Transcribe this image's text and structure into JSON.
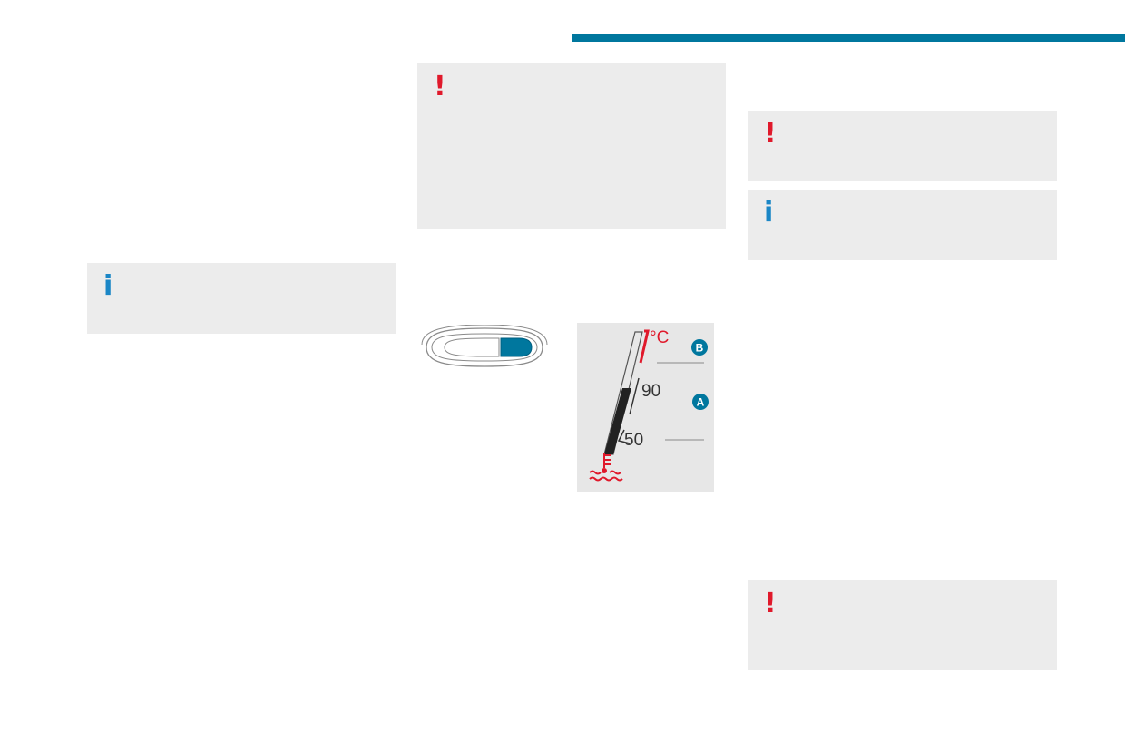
{
  "colors": {
    "accent": "#00779e",
    "warning": "#e0192b",
    "info": "#1a86c6",
    "box_bg": "#ececec",
    "gauge_bg": "#e7e7e7"
  },
  "notes": [
    {
      "type": "info",
      "icon": "info-icon",
      "glyph": "i"
    },
    {
      "type": "warning",
      "icon": "warning-icon",
      "glyph": "!"
    },
    {
      "type": "warning",
      "icon": "warning-icon",
      "glyph": "!"
    },
    {
      "type": "info",
      "icon": "info-icon",
      "glyph": "i"
    },
    {
      "type": "warning",
      "icon": "warning-icon",
      "glyph": "!"
    }
  ],
  "gauge": {
    "unit": "°C",
    "mark_high": "90",
    "mark_low": "50",
    "label_a": "A",
    "label_b": "B",
    "icon": "coolant-temperature-icon"
  }
}
